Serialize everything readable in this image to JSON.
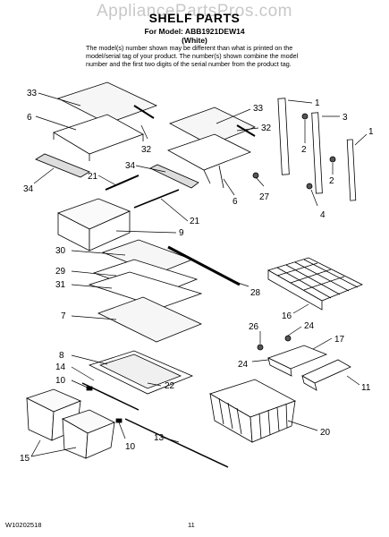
{
  "watermark": "AppliancePartsPros.com",
  "header": {
    "title": "SHELF PARTS",
    "model_line": "For Model: ABB1921DEW14",
    "color_line": "(White)",
    "note": "The model(s) number shown may be different than what is printed on the model/serial tag of your product. The number(s) shown combine the model number and the first two digits of the serial number from the product tag."
  },
  "callouts": [
    "33",
    "6",
    "34",
    "32",
    "34",
    "21",
    "9",
    "21",
    "30",
    "29",
    "31",
    "7",
    "8",
    "14",
    "10",
    "15",
    "10",
    "22",
    "13",
    "33",
    "32",
    "6",
    "27",
    "1",
    "2",
    "3",
    "2",
    "1",
    "4",
    "28",
    "16",
    "26",
    "24",
    "17",
    "24",
    "11",
    "20"
  ],
  "footer": {
    "doc_number": "W10202518",
    "page": "11"
  }
}
